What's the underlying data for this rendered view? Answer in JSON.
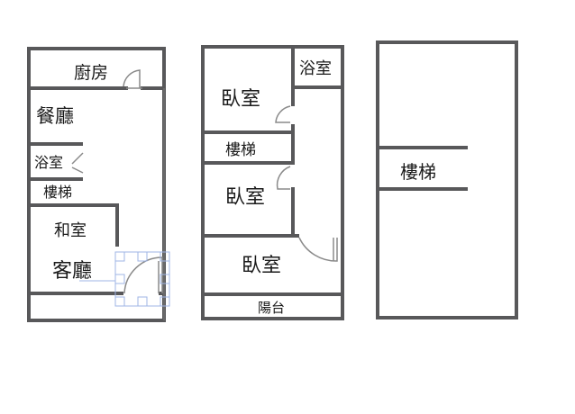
{
  "floors": [
    {
      "rooms": [
        {
          "id": "kitchen",
          "label": "廚房"
        },
        {
          "id": "dining",
          "label": "餐廳"
        },
        {
          "id": "bath",
          "label": "浴室"
        },
        {
          "id": "stairs",
          "label": "樓梯"
        },
        {
          "id": "tatami",
          "label": "和室"
        },
        {
          "id": "living",
          "label": "客廳"
        }
      ]
    },
    {
      "rooms": [
        {
          "id": "bedroom1",
          "label": "臥室"
        },
        {
          "id": "bath",
          "label": "浴室"
        },
        {
          "id": "stairs",
          "label": "樓梯"
        },
        {
          "id": "bedroom2",
          "label": "臥室"
        },
        {
          "id": "bedroom3",
          "label": "臥室"
        },
        {
          "id": "balcony",
          "label": "陽台"
        }
      ]
    },
    {
      "rooms": [
        {
          "id": "stairs",
          "label": "樓梯"
        }
      ]
    }
  ],
  "colors": {
    "wall": "#58585a",
    "selection": "#9fb5e6"
  }
}
